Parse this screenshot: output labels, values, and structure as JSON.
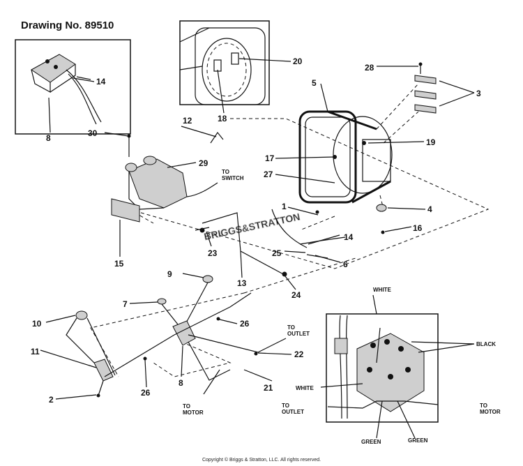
{
  "title": "Drawing No. 89510",
  "copyright": "Copyright © Briggs & Stratton, LLC. All rights reserved.",
  "watermark": "BRIGGS&STRATTON",
  "callouts": {
    "c1": "1",
    "c2": "2",
    "c3": "3",
    "c4": "4",
    "c5": "5",
    "c6": "6",
    "c7": "7",
    "c8a": "8",
    "c8b": "8",
    "c9": "9",
    "c10": "10",
    "c11": "11",
    "c12": "12",
    "c13": "13",
    "c14a": "14",
    "c14b": "14",
    "c15": "15",
    "c16": "16",
    "c17": "17",
    "c18": "18",
    "c19": "19",
    "c20": "20",
    "c21": "21",
    "c22": "22",
    "c23": "23",
    "c24": "24",
    "c25": "25",
    "c26a": "26",
    "c26b": "26",
    "c27": "27",
    "c28": "28",
    "c29": "29",
    "c30": "30"
  },
  "notes": {
    "to": "TO",
    "switch": "SWITCH",
    "outlet": "OUTLET",
    "motor": "MOTOR",
    "white": "WHITE",
    "black": "BLACK",
    "green": "GREEN",
    "to_outlet_inset": "OUTLET",
    "to_motor_inset": "MOTOR"
  }
}
